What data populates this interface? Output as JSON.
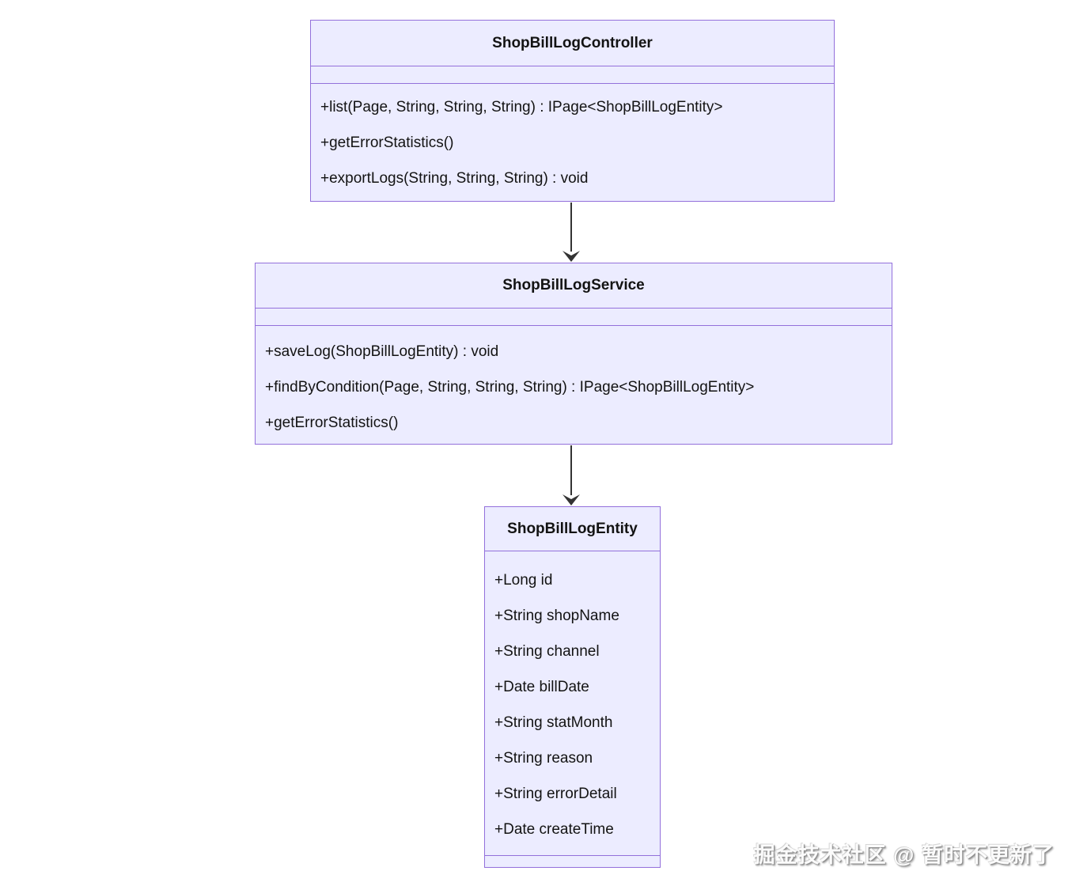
{
  "diagram": {
    "type": "uml-class-diagram",
    "colors": {
      "box_fill": "#ECECFF",
      "box_border": "#9370DB",
      "text": "#131313",
      "arrow": "#333333",
      "background": "#FFFFFF"
    },
    "classes": [
      {
        "name": "ShopBillLogController",
        "attributes": [],
        "methods": [
          "+list(Page, String, String, String) : IPage<ShopBillLogEntity>",
          "+getErrorStatistics()",
          "+exportLogs(String, String, String) : void"
        ]
      },
      {
        "name": "ShopBillLogService",
        "attributes": [],
        "methods": [
          "+saveLog(ShopBillLogEntity) : void",
          "+findByCondition(Page, String, String, String) : IPage<ShopBillLogEntity>",
          "+getErrorStatistics()"
        ]
      },
      {
        "name": "ShopBillLogEntity",
        "attributes": [
          "+Long id",
          "+String shopName",
          "+String channel",
          "+Date billDate",
          "+String statMonth",
          "+String reason",
          "+String errorDetail",
          "+Date createTime"
        ],
        "methods": []
      }
    ],
    "relations": [
      {
        "from": "ShopBillLogController",
        "to": "ShopBillLogService",
        "style": "solid-arrow-down"
      },
      {
        "from": "ShopBillLogService",
        "to": "ShopBillLogEntity",
        "style": "solid-arrow-down"
      }
    ]
  },
  "watermark": {
    "text": "掘金技术社区 @ 暂时不更新了"
  }
}
